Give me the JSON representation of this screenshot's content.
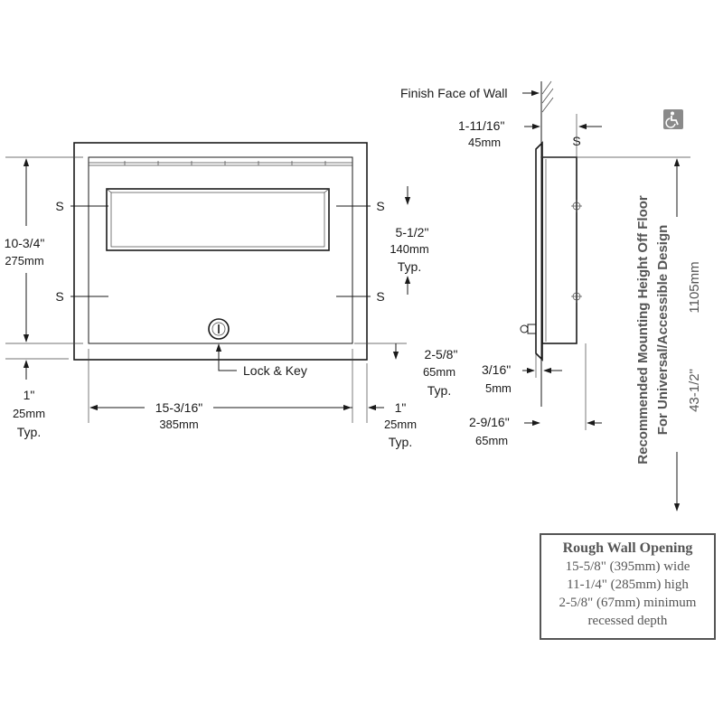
{
  "front_view": {
    "s_labels": [
      "S",
      "S",
      "S",
      "S"
    ],
    "height_dim": {
      "imperial": "10-3/4\"",
      "metric": "275mm"
    },
    "bottom_margin_dim": {
      "imperial": "1\"",
      "metric": "25mm",
      "note": "Typ."
    },
    "width_dim": {
      "imperial": "15-3/16\"",
      "metric": "385mm"
    },
    "side_margin_dim": {
      "imperial": "1\"",
      "metric": "25mm",
      "note": "Typ."
    },
    "screw_spacing_dim": {
      "imperial": "5-1/2\"",
      "metric": "140mm",
      "note": "Typ."
    },
    "flange_depth_dim": {
      "imperial": "2-5/8\"",
      "metric": "65mm",
      "note": "Typ."
    },
    "lock_label": "Lock & Key"
  },
  "side_view": {
    "wall_label": "Finish Face of Wall",
    "projection_dim": {
      "imperial": "1-11/16\"",
      "metric": "45mm"
    },
    "s_label": "S",
    "flange_dim": {
      "imperial": "3/16\"",
      "metric": "5mm"
    },
    "depth_dim": {
      "imperial": "2-9/16\"",
      "metric": "65mm"
    },
    "mounting_text_line1": "Recommended Mounting Height Off Floor",
    "mounting_text_line2": "For Universal/Accessible Design",
    "mounting_dim_imperial": "43-1/2\"",
    "mounting_dim_metric": "1105mm",
    "accessibility_icon": "wheelchair-icon"
  },
  "rough_opening": {
    "title": "Rough Wall Opening",
    "lines": [
      "15-5/8\" (395mm) wide",
      "11-1/4\" (285mm) high",
      "2-5/8\" (67mm) minimum",
      "recessed depth"
    ]
  }
}
